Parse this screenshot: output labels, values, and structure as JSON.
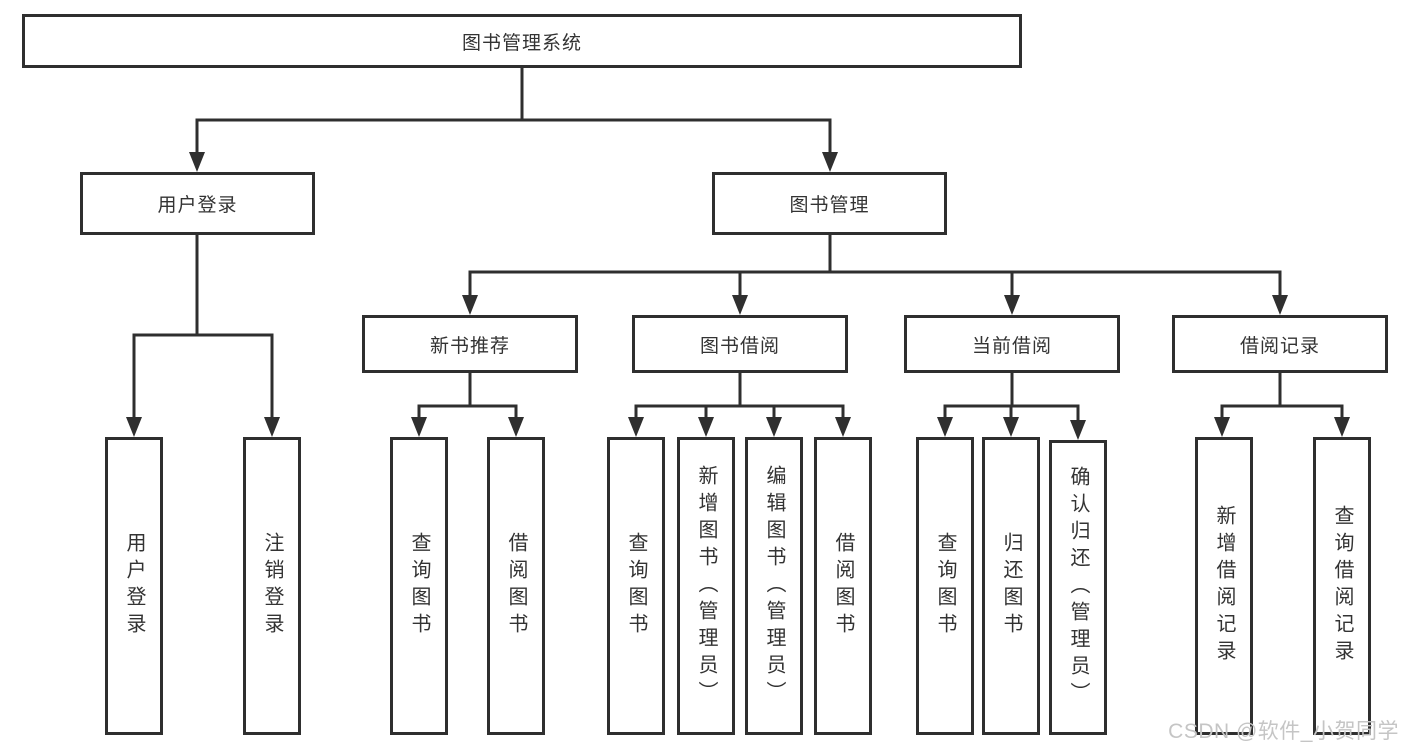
{
  "tree": {
    "label": "图书管理系统",
    "children": [
      {
        "label": "用户登录",
        "children": [
          {
            "label": "用户登录"
          },
          {
            "label": "注销登录"
          }
        ]
      },
      {
        "label": "图书管理",
        "children": [
          {
            "label": "新书推荐",
            "children": [
              {
                "label": "查询图书"
              },
              {
                "label": "借阅图书"
              }
            ]
          },
          {
            "label": "图书借阅",
            "children": [
              {
                "label": "查询图书"
              },
              {
                "label": "新增图书（管理员）"
              },
              {
                "label": "编辑图书（管理员）"
              },
              {
                "label": "借阅图书"
              }
            ]
          },
          {
            "label": "当前借阅",
            "children": [
              {
                "label": "查询图书"
              },
              {
                "label": "归还图书"
              },
              {
                "label": "确认归还（管理员）"
              }
            ]
          },
          {
            "label": "借阅记录",
            "children": [
              {
                "label": "新增借阅记录"
              },
              {
                "label": "查询借阅记录"
              }
            ]
          }
        ]
      }
    ]
  },
  "watermark": {
    "text": "CSDN @软件_小贺同学"
  },
  "colors": {
    "line": "#2f2f2f",
    "box_border": "#2f2f2f",
    "text": "#333333",
    "watermark": "#c5c5c5",
    "background": "#ffffff"
  }
}
